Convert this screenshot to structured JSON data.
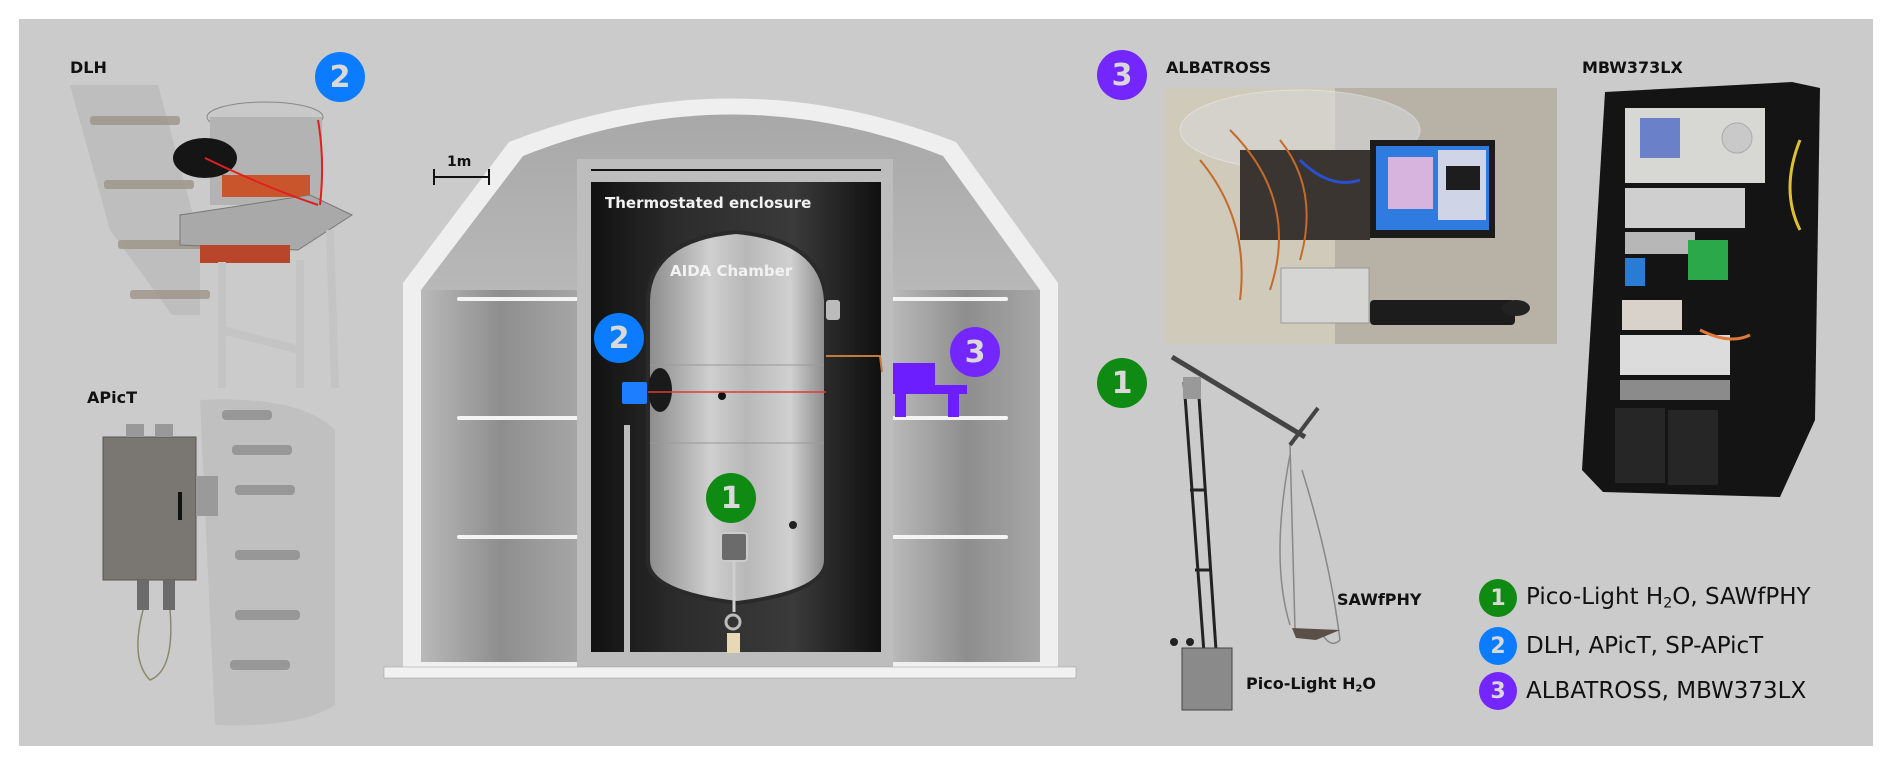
{
  "figure": {
    "scale_bar_label": "1m",
    "enclosure_label": "Thermostated enclosure",
    "chamber_label": "AIDA Chamber"
  },
  "instruments": {
    "dlh": {
      "label": "DLH",
      "group": "2"
    },
    "apict": {
      "label": "APicT",
      "group": "2"
    },
    "albatross": {
      "label": "ALBATROSS",
      "group": "3"
    },
    "mbw": {
      "label": "MBW373LX",
      "group": "3"
    },
    "sawfphy": {
      "label": "SAWfPHY",
      "group": "1"
    },
    "picolight": {
      "label_main": "Pico-Light H",
      "label_sub": "2",
      "label_end": "O",
      "group": "1"
    }
  },
  "badges": {
    "one": "1",
    "two": "2",
    "three": "3"
  },
  "legend": [
    {
      "number": "1",
      "text_a": "Pico-Light H",
      "text_sub": "2",
      "text_b": "O, SAWfPHY",
      "color": "#0f8a12"
    },
    {
      "number": "2",
      "text_a": "DLH, APicT, SP-APicT",
      "color": "#0b7cff"
    },
    {
      "number": "3",
      "text_a": "ALBATROSS, MBW373LX",
      "color": "#7426ff"
    }
  ],
  "colors": {
    "group1": "#0f8a12",
    "group2": "#0b7cff",
    "group3": "#7426ff",
    "background": "#cbcbcb"
  }
}
